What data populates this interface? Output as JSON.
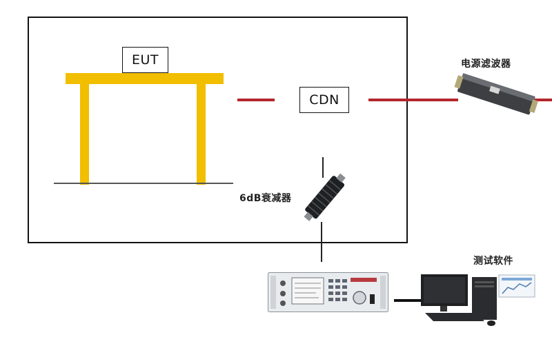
{
  "labels": {
    "eut": "EUT",
    "cdn": "CDN",
    "power_filter": "电源滤波器",
    "attenuator": "6dB衰减器",
    "test_software": "测试软件"
  }
}
